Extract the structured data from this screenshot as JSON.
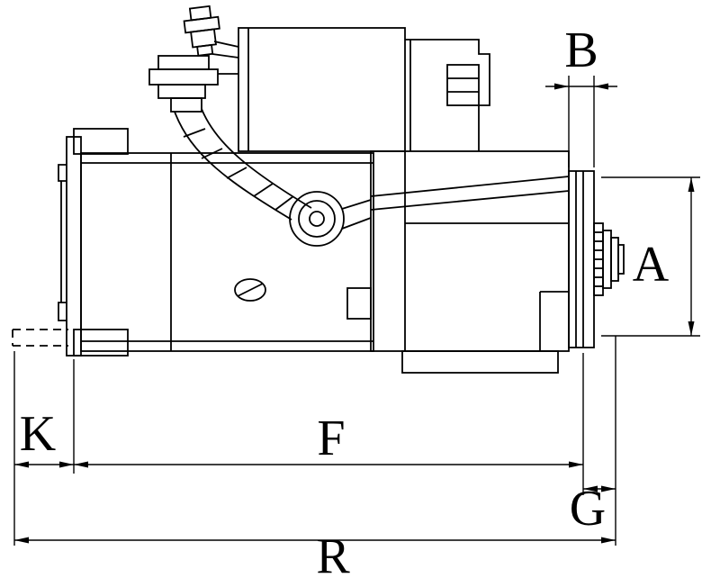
{
  "page": {
    "background_color": "#ffffff",
    "line_color": "#000000"
  },
  "drawing": {
    "subject": "starter-motor-side-view",
    "style": "black-and-white technical line drawing with dimension callouts"
  },
  "dimension_labels": {
    "A": "A",
    "B": "B",
    "F": "F",
    "G": "G",
    "K": "K",
    "R": "R"
  }
}
